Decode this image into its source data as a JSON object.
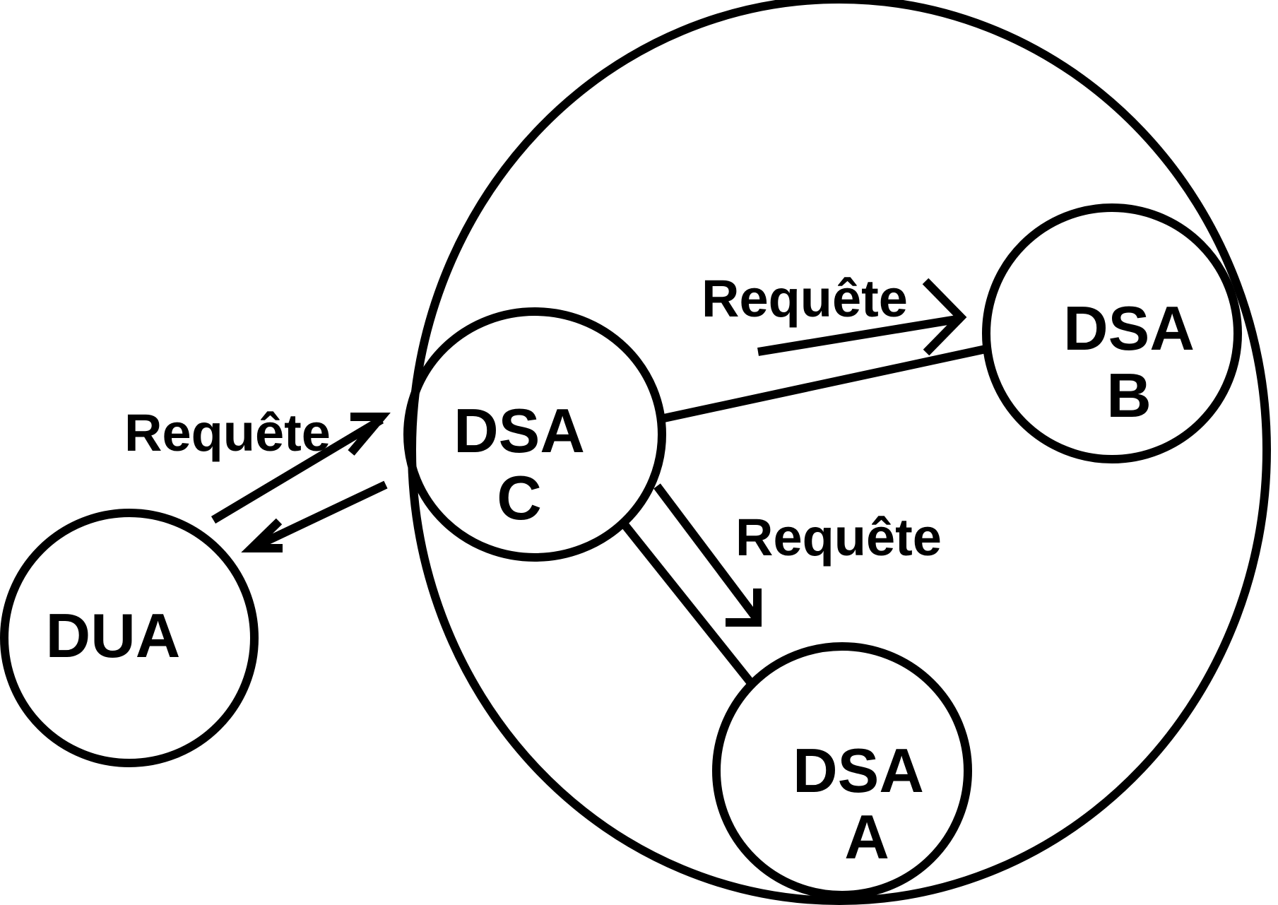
{
  "diagram": {
    "nodes": {
      "dua": {
        "line1": "DUA"
      },
      "dsa_c": {
        "line1": "DSA",
        "line2": "C"
      },
      "dsa_b": {
        "line1": "DSA",
        "line2": "B"
      },
      "dsa_a": {
        "line1": "DSA",
        "line2": "A"
      }
    },
    "edges": {
      "dua_to_dsa_c": {
        "label": "Requête"
      },
      "dsa_c_to_dsa_b": {
        "label": "Requête"
      },
      "dsa_c_to_dsa_a": {
        "label": "Requête"
      }
    }
  }
}
